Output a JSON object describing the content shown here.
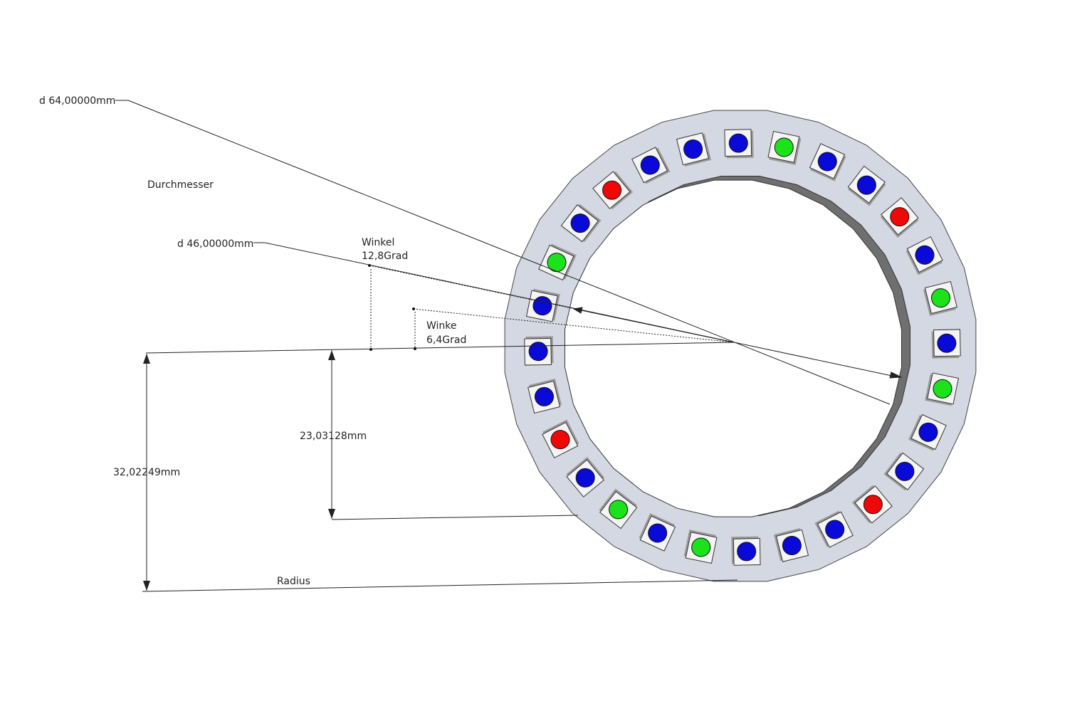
{
  "labels": {
    "diameter_outer": "d 64,00000mm",
    "diameter_caption": "Durchmesser",
    "diameter_inner": "d 46,00000mm",
    "angle1_name": "Winkel",
    "angle1_value": "12,8Grad",
    "angle2_name": "Winke",
    "angle2_value": "6,4Grad",
    "inner_radius": "23,03128mm",
    "outer_radius": "32,02249mm",
    "radius_caption": "Radius"
  },
  "ring": {
    "outer_color": "#d4d8e2",
    "inner_wall_color": "#6f6f6f",
    "pad_color": "#f4f4f4",
    "led_count": 28,
    "led_colors": [
      "blue",
      "green",
      "blue",
      "blue",
      "red",
      "blue",
      "green",
      "blue",
      "green",
      "blue",
      "blue",
      "red",
      "blue",
      "blue",
      "blue",
      "green",
      "blue",
      "green",
      "blue",
      "red",
      "blue",
      "blue",
      "blue",
      "green",
      "blue",
      "red",
      "blue",
      "blue"
    ],
    "color_map": {
      "blue": "#0a0ad8",
      "green": "#1be21b",
      "red": "#f00808"
    }
  }
}
